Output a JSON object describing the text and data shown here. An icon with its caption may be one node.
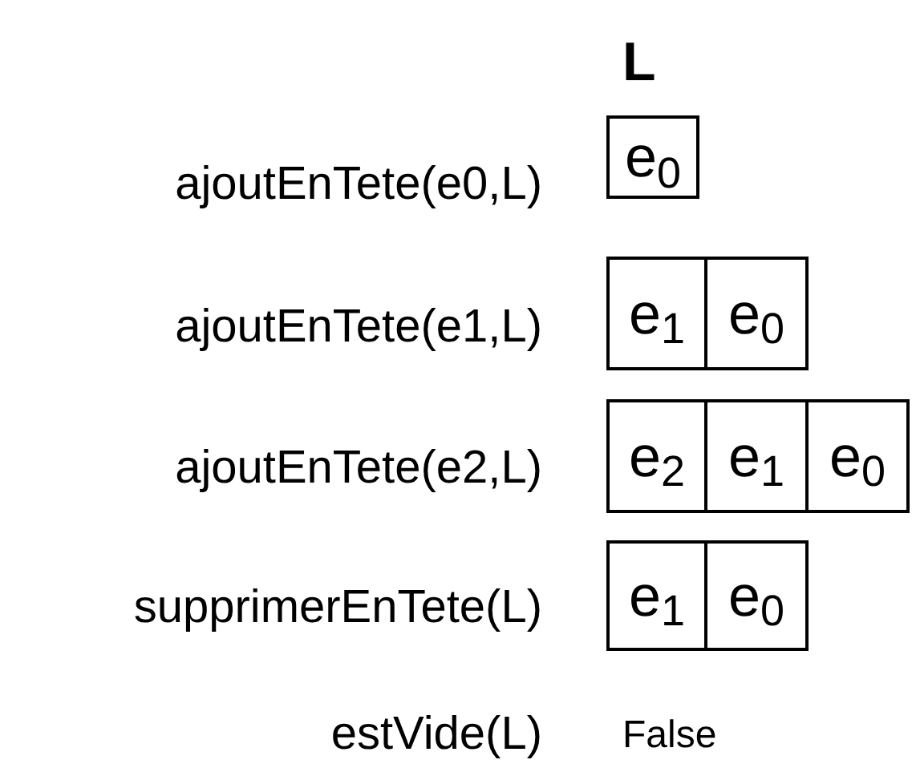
{
  "diagram": {
    "title": "L",
    "nodes": [
      {
        "text": [
          "e$_{0}$"
        ]
      },
      {
        "text": [
          "e$_{1}$"
        ]
      },
      {
        "text": [
          "e$_{0}$"
        ]
      },
      {
        "text": [
          "e$_{2}$"
        ]
      },
      {
        "text": [
          "e$_{1}$"
        ]
      },
      {
        "text": [
          "e$_{0}$"
        ]
      },
      {
        "text": [
          "e$_{1}$"
        ]
      },
      {
        "text": [
          "e$_{0}$"
        ]
      }
    ],
    "labels": [
      "ajoutEnTete(e0,L)",
      "ajoutEnTete(e1,L)",
      "ajoutEnTete(e2,L)",
      "supprimerEnTete(L)",
      "estVide(L)",
      "False"
    ]
  }
}
